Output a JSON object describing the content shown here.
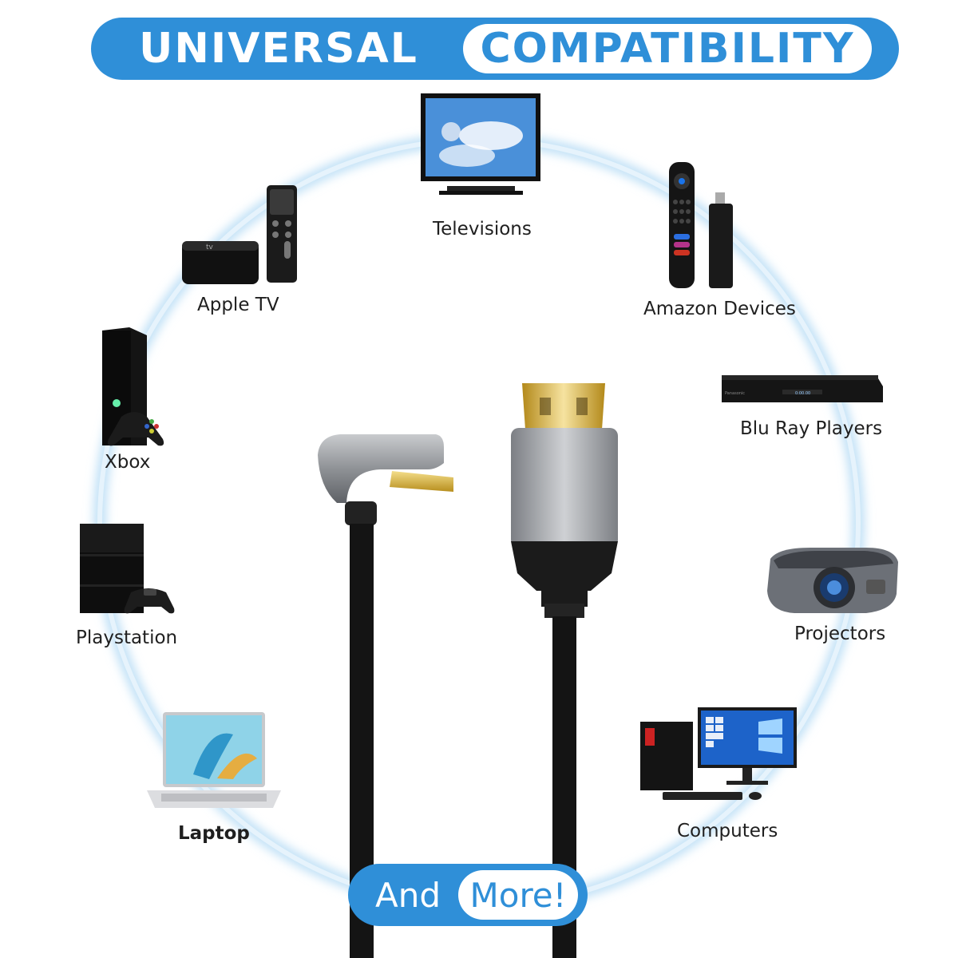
{
  "header": {
    "left_text": "UNIVERSAL",
    "right_text": "COMPATIBILITY"
  },
  "devices": [
    {
      "id": "televisions",
      "label": "Televisions",
      "icon": "television-icon"
    },
    {
      "id": "apple_tv",
      "label": "Apple TV",
      "icon": "apple-tv-icon"
    },
    {
      "id": "amazon_devices",
      "label": "Amazon Devices",
      "icon": "fire-tv-stick-icon"
    },
    {
      "id": "xbox",
      "label": "Xbox",
      "icon": "xbox-console-icon"
    },
    {
      "id": "blu_ray",
      "label": "Blu Ray Players",
      "icon": "blu-ray-player-icon"
    },
    {
      "id": "playstation",
      "label": "Playstation",
      "icon": "playstation-console-icon"
    },
    {
      "id": "projectors",
      "label": "Projectors",
      "icon": "projector-icon"
    },
    {
      "id": "laptop",
      "label": "Laptop",
      "icon": "laptop-icon"
    },
    {
      "id": "computers",
      "label": "Computers",
      "icon": "desktop-computer-icon"
    }
  ],
  "footer": {
    "left_text": "And",
    "right_text": "More!"
  },
  "colors": {
    "accent": "#2f8fd8",
    "ring": "#cfe6f7",
    "cable": "#1a1a1a",
    "connector_metal": "#9a9ca0",
    "gold": "#d9b64a"
  }
}
